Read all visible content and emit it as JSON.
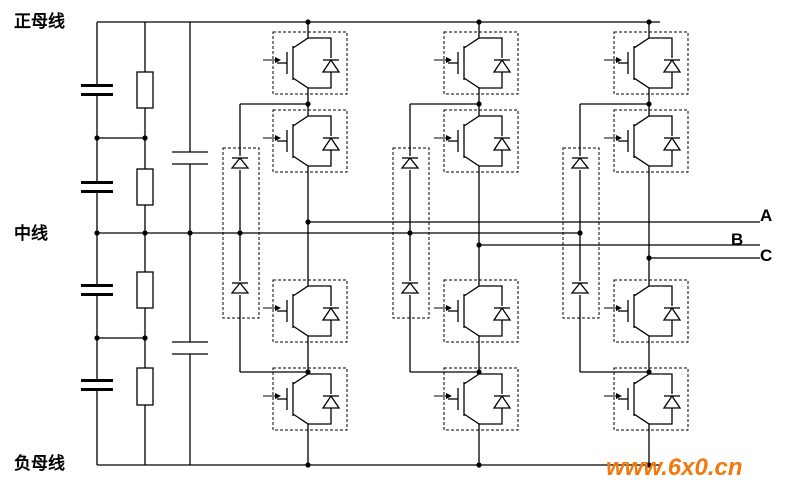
{
  "labels": {
    "positive_bus": "正母线",
    "neutral": "中线",
    "negative_bus": "负母线"
  },
  "outputs": [
    "A",
    "B",
    "C"
  ],
  "watermark": "www.6x0.cn",
  "colors": {
    "line": "#000000",
    "watermark": "#f07a10"
  }
}
